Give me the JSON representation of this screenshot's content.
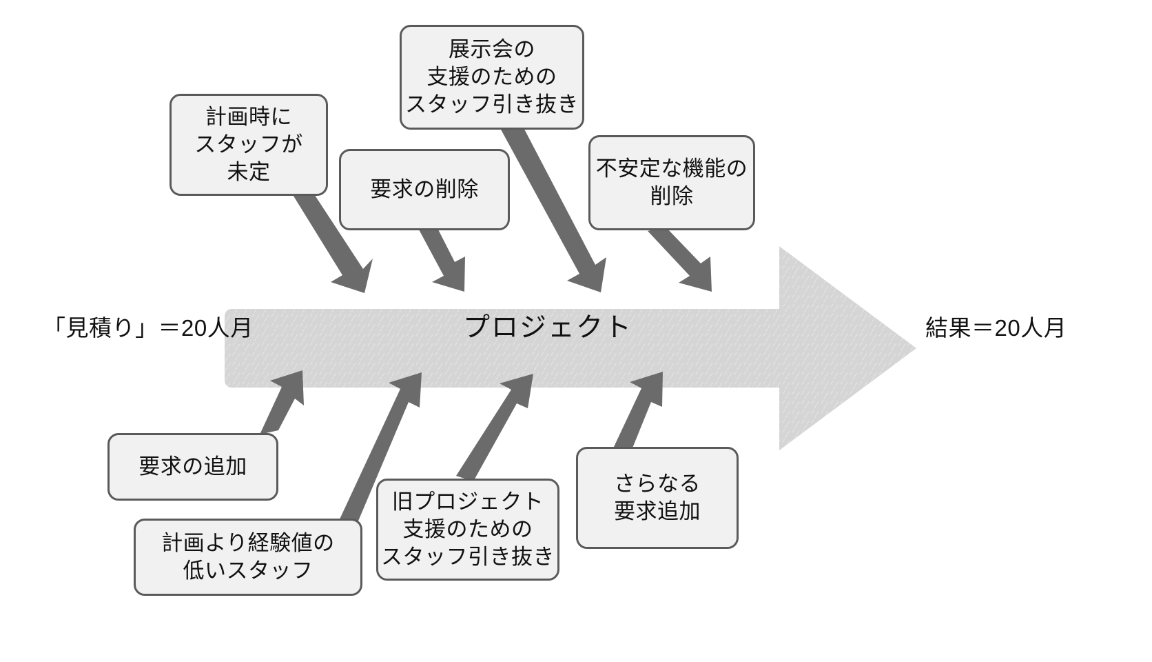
{
  "diagram": {
    "title_center": "プロジェクト",
    "left_label": "「見積り」＝20人月",
    "right_label": "結果＝20人月",
    "colors": {
      "big_arrow_fill": "#D5D5D5",
      "connector": "#6B6B6B",
      "node_fill": "#F1F1F1",
      "node_border": "#5A5A5A",
      "text": "#111111",
      "background": "#FFFFFF"
    },
    "top_nodes": [
      {
        "id": "plan-staff-undecided",
        "text": "計画時に\nスタッフが\n未定"
      },
      {
        "id": "requirement-removal",
        "text": "要求の削除"
      },
      {
        "id": "expo-staff-pull",
        "text": "展示会の\n支援のための\nスタッフ引き抜き"
      },
      {
        "id": "unstable-feature-removal",
        "text": "不安定な機能の\n削除"
      }
    ],
    "bottom_nodes": [
      {
        "id": "requirement-addition",
        "text": "要求の追加"
      },
      {
        "id": "lower-experience-staff",
        "text": "計画より経験値の\n低いスタッフ"
      },
      {
        "id": "old-project-staff-pull",
        "text": "旧プロジェクト\n支援のための\nスタッフ引き抜き"
      },
      {
        "id": "further-requirement-addition",
        "text": "さらなる\n要求追加"
      }
    ]
  }
}
